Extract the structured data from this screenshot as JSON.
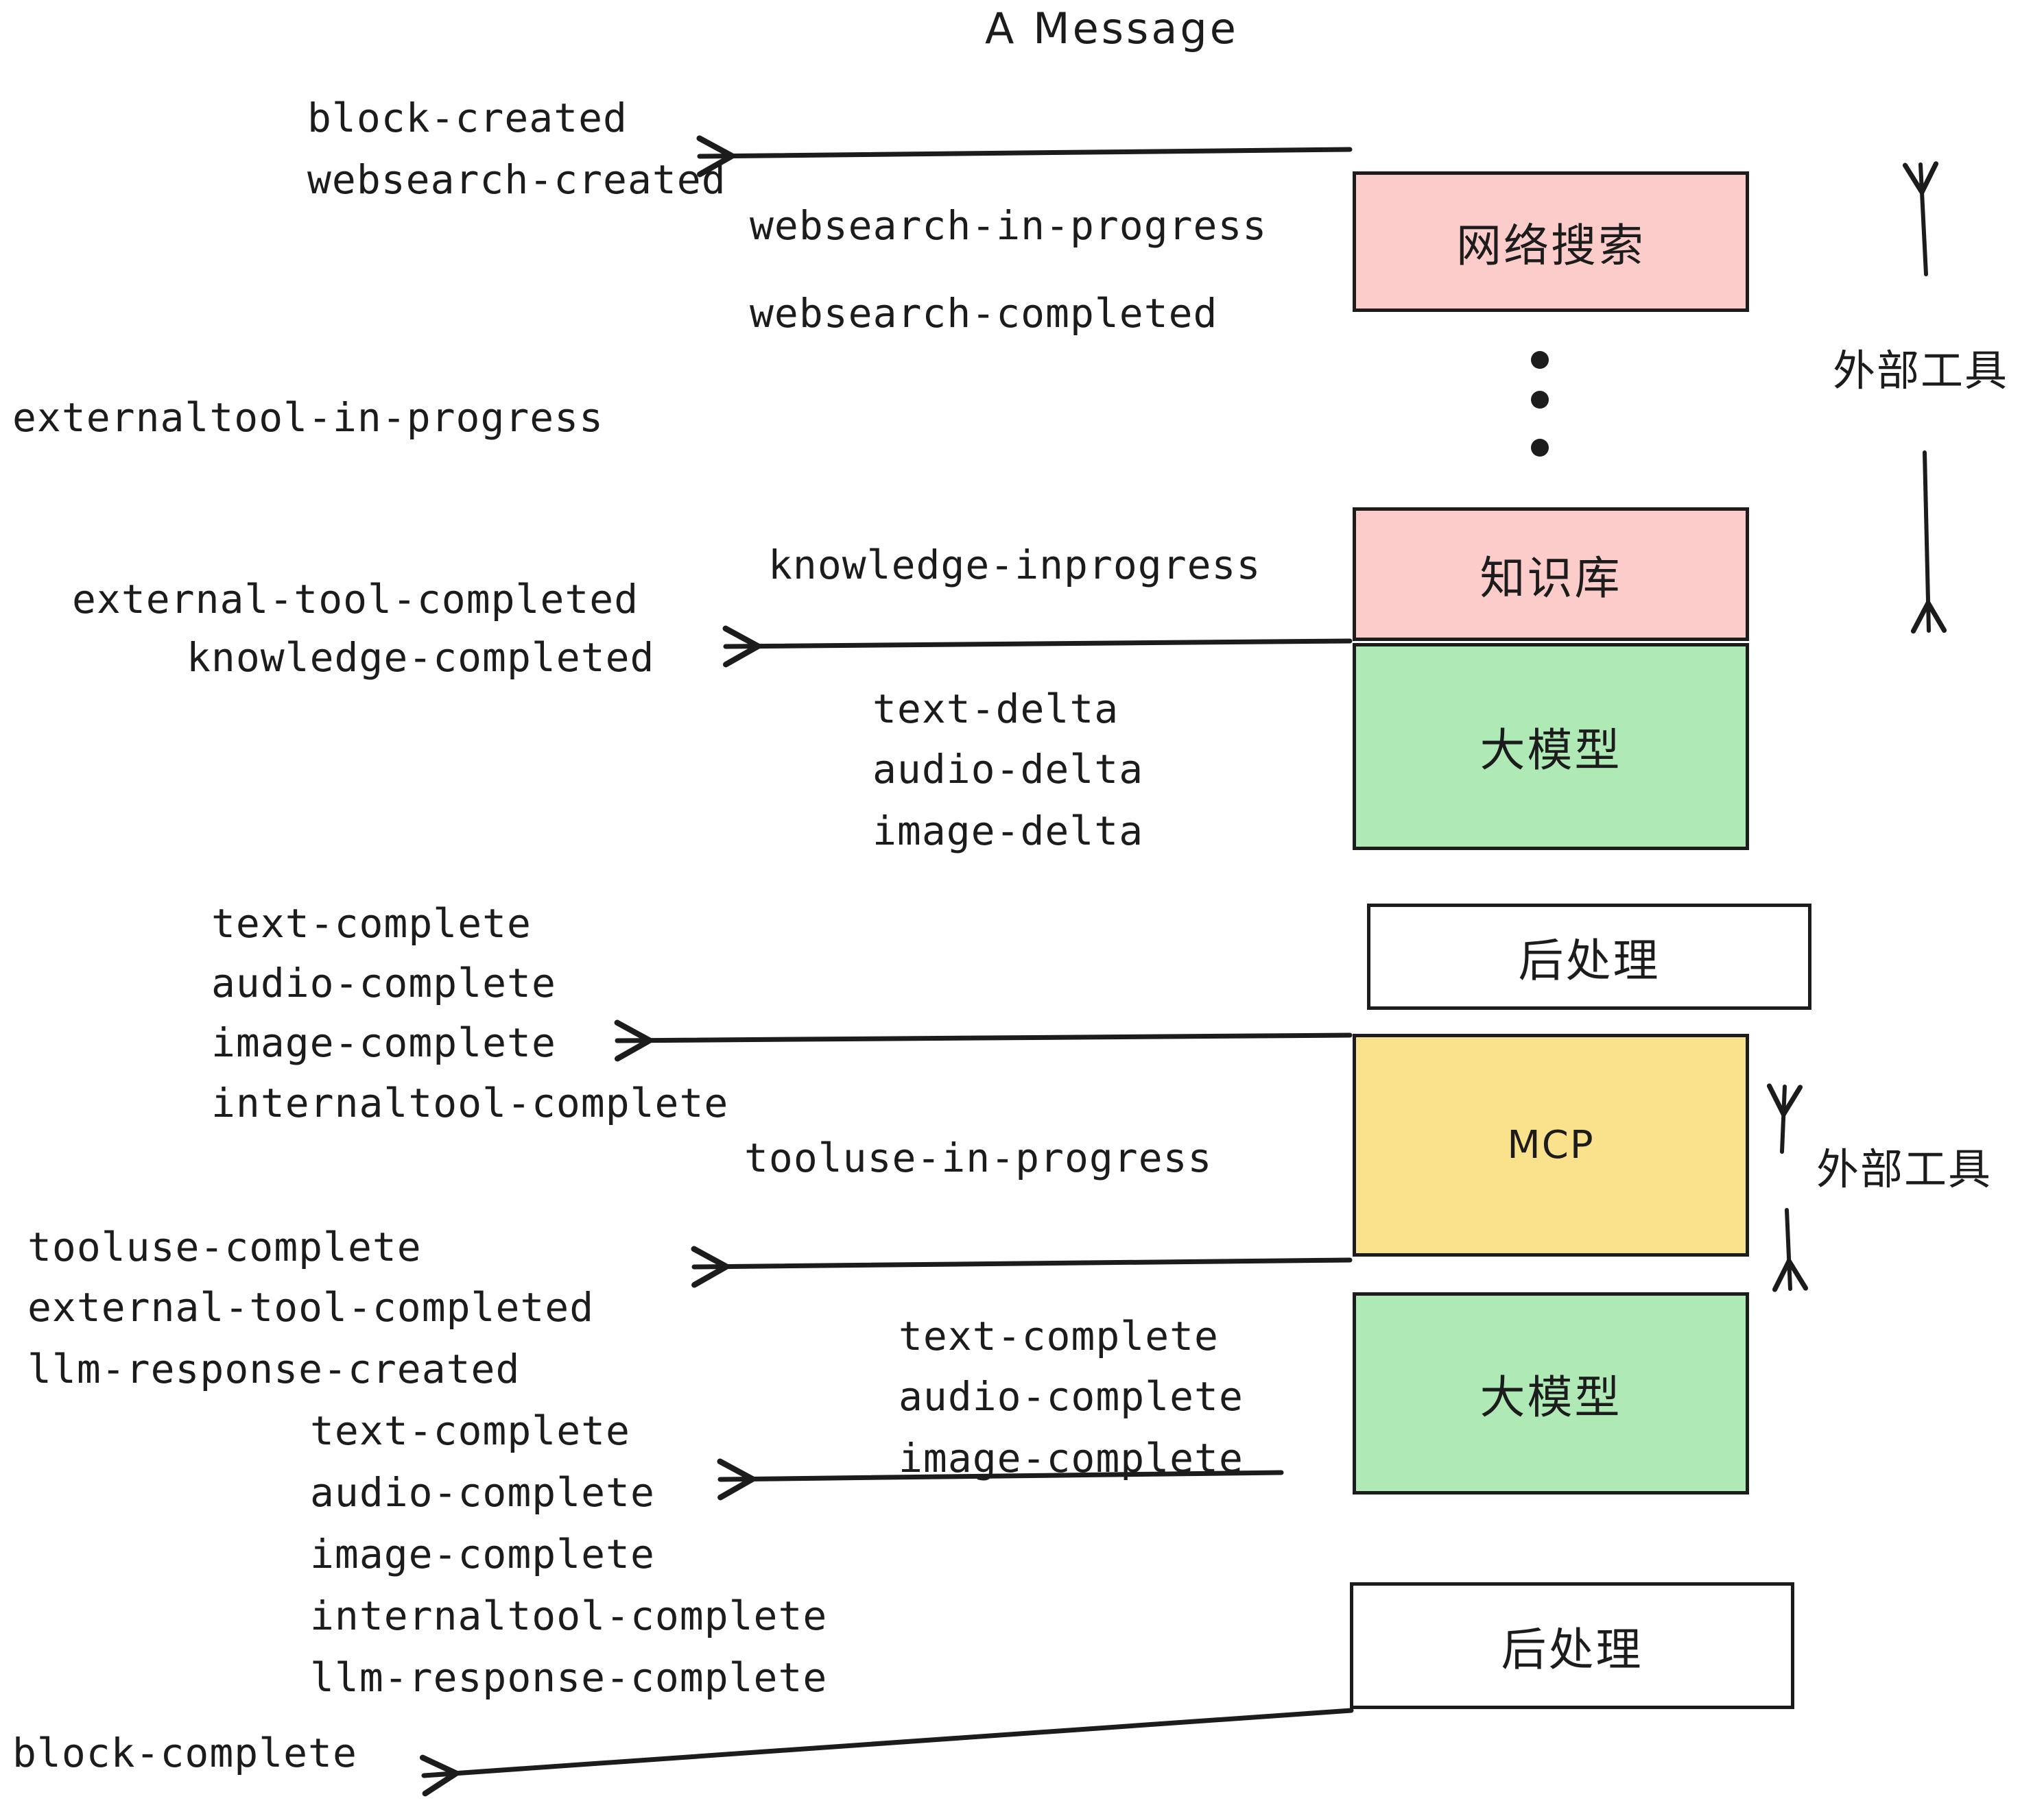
{
  "diagram": {
    "title": "A Message",
    "colors": {
      "box_pink": "#FCCCCB",
      "box_green": "#AEE9B6",
      "box_yellow": "#FAE28C",
      "box_white": "#FFFFFF",
      "stroke": "#1c1c1c",
      "background": "#FFFFFF"
    },
    "nodes": [
      {
        "id": "websearch",
        "label": "网络搜索",
        "fill": "#FCCCCB",
        "script": "cjk"
      },
      {
        "id": "knowledge",
        "label": "知识库",
        "fill": "#FCCCCB",
        "script": "cjk"
      },
      {
        "id": "llm-1",
        "label": "大模型",
        "fill": "#AEE9B6",
        "script": "cjk"
      },
      {
        "id": "postprocess-1",
        "label": "后处理",
        "fill": "#FFFFFF",
        "script": "cjk"
      },
      {
        "id": "mcp",
        "label": "MCP",
        "fill": "#FAE28C",
        "script": "latin"
      },
      {
        "id": "llm-2",
        "label": "大模型",
        "fill": "#AEE9B6",
        "script": "cjk"
      },
      {
        "id": "postprocess-2",
        "label": "后处理",
        "fill": "#FFFFFF",
        "script": "cjk"
      }
    ],
    "side_labels": [
      {
        "id": "external-tools-top",
        "text": "外部工具"
      },
      {
        "id": "external-tools-bottom",
        "text": "外部工具"
      }
    ],
    "events": [
      {
        "id": "e01",
        "text": "block-created"
      },
      {
        "id": "e02",
        "text": "websearch-created"
      },
      {
        "id": "e03",
        "text": "websearch-in-progress"
      },
      {
        "id": "e04",
        "text": "websearch-completed"
      },
      {
        "id": "e05",
        "text": "externaltool-in-progress"
      },
      {
        "id": "e06",
        "text": "knowledge-inprogress"
      },
      {
        "id": "e07",
        "text": "external-tool-completed"
      },
      {
        "id": "e08",
        "text": "knowledge-completed"
      },
      {
        "id": "e09",
        "text": "text-delta"
      },
      {
        "id": "e10",
        "text": "audio-delta"
      },
      {
        "id": "e11",
        "text": "image-delta"
      },
      {
        "id": "e12",
        "text": "text-complete"
      },
      {
        "id": "e13",
        "text": "audio-complete"
      },
      {
        "id": "e14",
        "text": "image-complete"
      },
      {
        "id": "e15",
        "text": "internaltool-complete"
      },
      {
        "id": "e16",
        "text": "tooluse-in-progress"
      },
      {
        "id": "e17",
        "text": "tooluse-complete"
      },
      {
        "id": "e18",
        "text": "external-tool-completed"
      },
      {
        "id": "e19",
        "text": "llm-response-created"
      },
      {
        "id": "e20",
        "text": "text-complete"
      },
      {
        "id": "e21",
        "text": "audio-complete"
      },
      {
        "id": "e22",
        "text": "image-complete"
      },
      {
        "id": "e23",
        "text": "internaltool-complete"
      },
      {
        "id": "e24",
        "text": "llm-response-complete"
      },
      {
        "id": "e25",
        "text": "block-complete"
      }
    ]
  }
}
